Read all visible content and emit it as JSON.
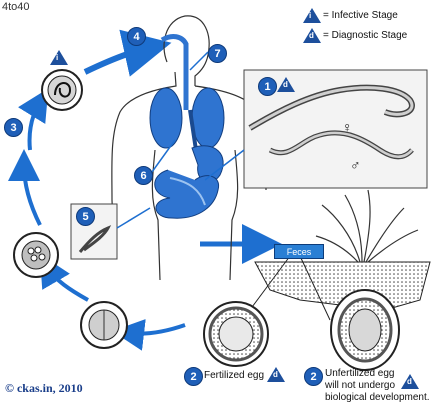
{
  "corner_id": "4to40",
  "legend": {
    "infective": {
      "symbol": "i",
      "text": "= Infective Stage"
    },
    "diagnostic": {
      "symbol": "d",
      "text": "= Diagnostic Stage"
    }
  },
  "steps": [
    "1",
    "2",
    "2",
    "3",
    "4",
    "5",
    "6",
    "7"
  ],
  "stage_i": "i",
  "stage_d": "d",
  "labels": {
    "feces": "Feces",
    "fertilized": "Fertilized egg",
    "unfertilized_1": "Unfertilized egg",
    "unfertilized_2": "will not undergo",
    "unfertilized_3": "biological development.",
    "female": "♀",
    "male": "♂"
  },
  "copyright": "© ckas.in, 2010",
  "colors": {
    "primary_blue": "#1f5fb8",
    "arrow_blue": "#1e6fd0",
    "organ_blue": "#2f74d0"
  }
}
